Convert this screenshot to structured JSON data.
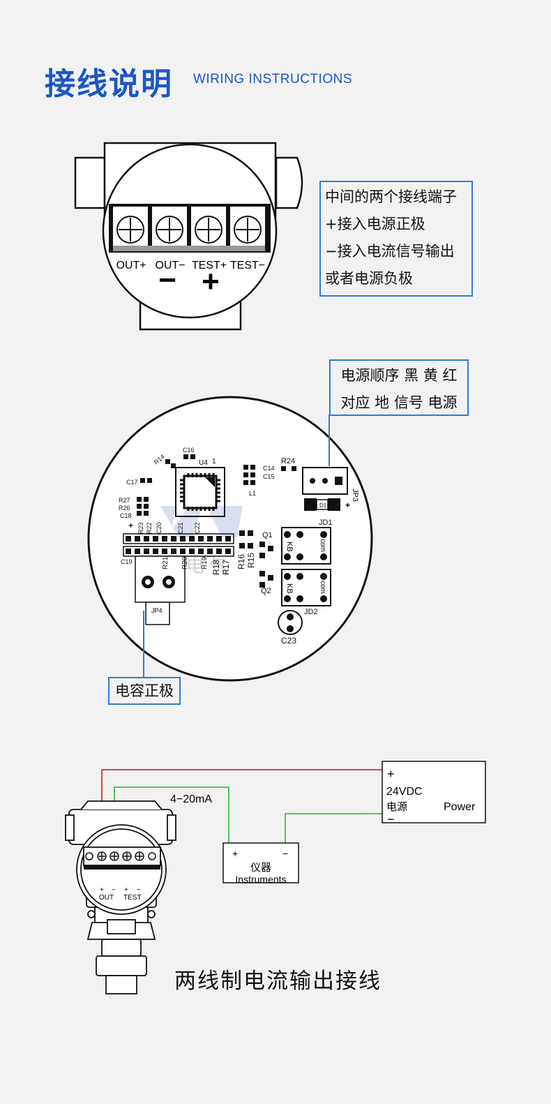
{
  "header": {
    "title_cn": "接线说明",
    "title_en": "WIRING INSTRUCTIONS"
  },
  "terminal_block": {
    "terminals": [
      "OUT+",
      "OUT−",
      "TEST+",
      "TEST−"
    ],
    "minus_sign": "−",
    "plus_sign": "+",
    "callout_lines": [
      "中间的两个接线端子",
      "+接入电源正极",
      "−接入电流信号输出",
      "或者电源负极"
    ]
  },
  "pcb": {
    "callout_order": [
      "电源顺序 黑 黄 红",
      "对应 地 信号 电源"
    ],
    "callout_capacitor": "电容正极",
    "labels": {
      "c16": "C16",
      "r14": "R14",
      "u4": "U4",
      "one": "1",
      "c14": "C14",
      "c15": "C15",
      "l1": "L1",
      "r24": "R24",
      "jp3": "JP3",
      "d1": "D1",
      "c17": "C17",
      "r27": "R27",
      "r26": "R26",
      "c18": "C18",
      "r23": "R23",
      "r22": "R22",
      "c20": "C20",
      "c21": "C21",
      "c22": "C22",
      "c19": "C19",
      "r21": "R21",
      "r20": "R20",
      "r19": "R19",
      "r18": "R18",
      "r17": "R17",
      "r16": "R16",
      "r15": "R15",
      "q1": "Q1",
      "q2": "Q2",
      "jd1": "JD1",
      "jd2": "JD2",
      "jp4": "JP4",
      "c23": "C23",
      "kb": "KB",
      "com": "com",
      "plus": "+",
      "watermark": "中 沈 电 气"
    }
  },
  "wiring": {
    "current_label": "4−20mA",
    "power_supply": {
      "plus": "+",
      "voltage": "24VDC",
      "name_cn": "电源",
      "name_en": "Power",
      "minus": "−"
    },
    "instrument": {
      "plus": "+",
      "minus": "−",
      "name_cn": "仪器",
      "name_en": "Instruments"
    },
    "transmitter_labels": {
      "plus1": "+",
      "minus1": "−",
      "plus2": "+",
      "minus2": "−",
      "out": "OUT",
      "test": "TEST"
    },
    "caption": "两线制电流输出接线"
  },
  "colors": {
    "title_blue": "#1c56c8",
    "callout_border": "#2f7ad8",
    "wire_red": "#e5283c",
    "wire_green": "#3cc34b"
  }
}
